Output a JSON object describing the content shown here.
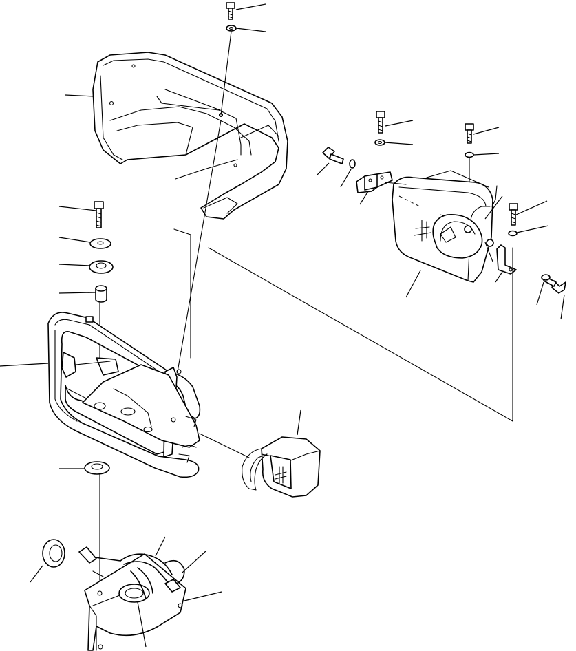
{
  "diagram": {
    "type": "exploded-parts-view",
    "line_color": "#000000",
    "background": "#ffffff",
    "parts": [
      "upper-guard-cover",
      "guard-frame",
      "warning-lamp-large",
      "warning-lamp-small",
      "lower-bracket-plate",
      "wiring-harness",
      "grommet",
      "bolt",
      "washer",
      "rubber-cushion",
      "collar",
      "mount-bracket"
    ],
    "callout_count": 29
  }
}
